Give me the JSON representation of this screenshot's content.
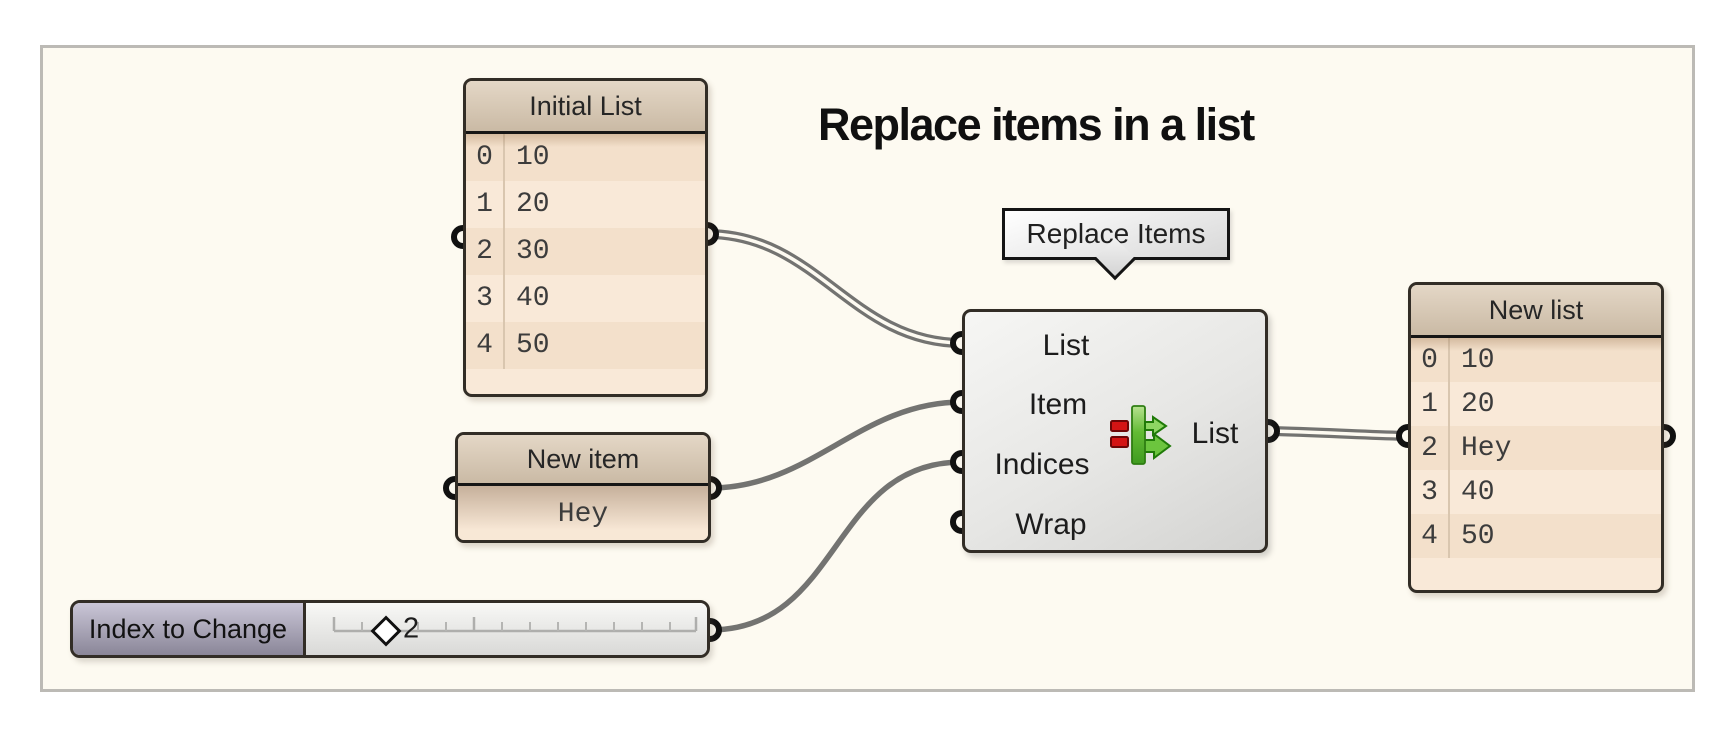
{
  "title": "Replace items in a list",
  "tooltip": {
    "label": "Replace Items"
  },
  "panels": {
    "initial_list": {
      "title": "Initial List",
      "rows": [
        {
          "index": "0",
          "value": "10"
        },
        {
          "index": "1",
          "value": "20"
        },
        {
          "index": "2",
          "value": "30"
        },
        {
          "index": "3",
          "value": "40"
        },
        {
          "index": "4",
          "value": "50"
        }
      ]
    },
    "new_item": {
      "title": "New item",
      "value": "Hey"
    },
    "new_list": {
      "title": "New list",
      "rows": [
        {
          "index": "0",
          "value": "10"
        },
        {
          "index": "1",
          "value": "20"
        },
        {
          "index": "2",
          "value": "Hey"
        },
        {
          "index": "3",
          "value": "40"
        },
        {
          "index": "4",
          "value": "50"
        }
      ]
    }
  },
  "component": {
    "inputs": [
      {
        "label": "List"
      },
      {
        "label": "Item"
      },
      {
        "label": "Indices"
      },
      {
        "label": "Wrap"
      }
    ],
    "outputs": [
      {
        "label": "List"
      }
    ],
    "icon": "replace-items-icon"
  },
  "slider": {
    "label": "Index to Change",
    "value": "2"
  },
  "colors": {
    "canvas": "#fdfaf1",
    "frame_border": "#bcbab5",
    "panel_body": "#f9e9d8",
    "panel_stripe": "#f3e0cb",
    "panel_header": "#d5c6b3",
    "component_fill": "#e6e6e4",
    "wire": "#737371",
    "icon_green": "#5cb832",
    "icon_red": "#d31414"
  }
}
